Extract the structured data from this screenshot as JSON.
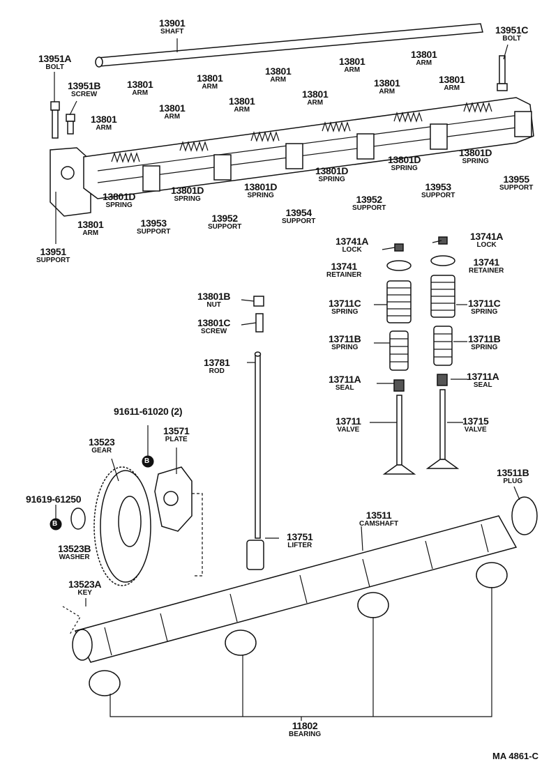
{
  "callouts": {
    "shaft": {
      "pn": "13901",
      "nm": "SHAFT"
    },
    "bolt_c": {
      "pn": "13951C",
      "nm": "BOLT"
    },
    "bolt_a": {
      "pn": "13951A",
      "nm": "BOLT"
    },
    "screw_b": {
      "pn": "13951B",
      "nm": "SCREW"
    },
    "arm_1": {
      "pn": "13801",
      "nm": "ARM"
    },
    "arm_2": {
      "pn": "13801",
      "nm": "ARM"
    },
    "arm_3": {
      "pn": "13801",
      "nm": "ARM"
    },
    "arm_4": {
      "pn": "13801",
      "nm": "ARM"
    },
    "arm_5": {
      "pn": "13801",
      "nm": "ARM"
    },
    "arm_6": {
      "pn": "13801",
      "nm": "ARM"
    },
    "arm_7": {
      "pn": "13801",
      "nm": "ARM"
    },
    "arm_8": {
      "pn": "13801",
      "nm": "ARM"
    },
    "arm_9": {
      "pn": "13801",
      "nm": "ARM"
    },
    "arm_10": {
      "pn": "13801",
      "nm": "ARM"
    },
    "arm_11": {
      "pn": "13801",
      "nm": "ARM"
    },
    "spring_d1": {
      "pn": "13801D",
      "nm": "SPRING"
    },
    "spring_d2": {
      "pn": "13801D",
      "nm": "SPRING"
    },
    "spring_d3": {
      "pn": "13801D",
      "nm": "SPRING"
    },
    "spring_d4": {
      "pn": "13801D",
      "nm": "SPRING"
    },
    "spring_d5": {
      "pn": "13801D",
      "nm": "SPRING"
    },
    "spring_d6": {
      "pn": "13801D",
      "nm": "SPRING"
    },
    "support_13953a": {
      "pn": "13953",
      "nm": "SUPPORT"
    },
    "support_13952a": {
      "pn": "13952",
      "nm": "SUPPORT"
    },
    "support_13954": {
      "pn": "13954",
      "nm": "SUPPORT"
    },
    "support_13952b": {
      "pn": "13952",
      "nm": "SUPPORT"
    },
    "support_13953b": {
      "pn": "13953",
      "nm": "SUPPORT"
    },
    "support_13955": {
      "pn": "13955",
      "nm": "SUPPORT"
    },
    "support_13951": {
      "pn": "13951",
      "nm": "SUPPORT"
    },
    "lock_l": {
      "pn": "13741A",
      "nm": "LOCK"
    },
    "lock_r": {
      "pn": "13741A",
      "nm": "LOCK"
    },
    "retainer_l": {
      "pn": "13741",
      "nm": "RETAINER"
    },
    "retainer_r": {
      "pn": "13741",
      "nm": "RETAINER"
    },
    "spring_c_l": {
      "pn": "13711C",
      "nm": "SPRING"
    },
    "spring_c_r": {
      "pn": "13711C",
      "nm": "SPRING"
    },
    "spring_b_l": {
      "pn": "13711B",
      "nm": "SPRING"
    },
    "spring_b_r": {
      "pn": "13711B",
      "nm": "SPRING"
    },
    "seal_l": {
      "pn": "13711A",
      "nm": "SEAL"
    },
    "seal_r": {
      "pn": "13711A",
      "nm": "SEAL"
    },
    "valve_l": {
      "pn": "13711",
      "nm": "VALVE"
    },
    "valve_r": {
      "pn": "13715",
      "nm": "VALVE"
    },
    "nut": {
      "pn": "13801B",
      "nm": "NUT"
    },
    "screw_c": {
      "pn": "13801C",
      "nm": "SCREW"
    },
    "rod": {
      "pn": "13781",
      "nm": "ROD"
    },
    "bolt_91611": {
      "pn": "91611-61020 (2)",
      "nm": ""
    },
    "gear": {
      "pn": "13523",
      "nm": "GEAR"
    },
    "plate": {
      "pn": "13571",
      "nm": "PLATE"
    },
    "bolt_91619": {
      "pn": "91619-61250",
      "nm": ""
    },
    "washer": {
      "pn": "13523B",
      "nm": "WASHER"
    },
    "lifter": {
      "pn": "13751",
      "nm": "LIFTER"
    },
    "camshaft": {
      "pn": "13511",
      "nm": "CAMSHAFT"
    },
    "plug": {
      "pn": "13511B",
      "nm": "PLUG"
    },
    "key": {
      "pn": "13523A",
      "nm": "KEY"
    },
    "bearing": {
      "pn": "11802",
      "nm": "BEARING"
    }
  },
  "markers": {
    "b1": "B",
    "b2": "B"
  },
  "footer": {
    "ref": "MA 4861-C"
  }
}
